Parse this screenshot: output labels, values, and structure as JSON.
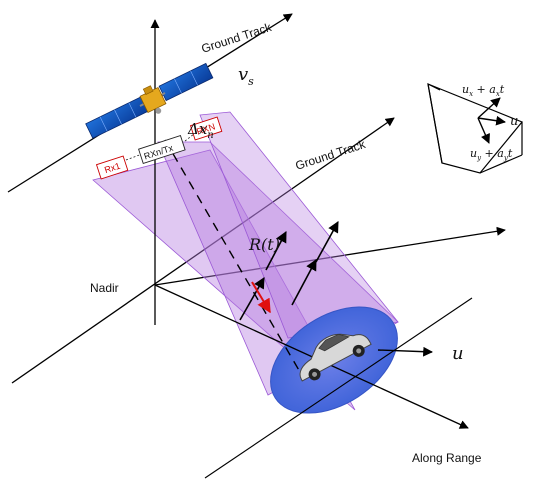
{
  "labels": {
    "ground_track_top": "Ground Track",
    "ground_track_mid": "Ground Track",
    "nadir": "Nadir",
    "along_range": "Along Range"
  },
  "math": {
    "vs_base": "v",
    "vs_sub": "s",
    "dx_base": "Δx",
    "dx_sub": "n",
    "range_fn": "R(t)",
    "u_main": "u",
    "u_inset": "u",
    "inset_top": "u_x + a_x t",
    "inset_top_parts": {
      "base": "u",
      "sub": "x",
      "mid": " + a",
      "sub2": "x",
      "end": "t"
    },
    "inset_bottom_parts": {
      "base": "u",
      "sub": "y",
      "mid": " + a",
      "sub2": "y",
      "end": "t"
    }
  },
  "array": {
    "rx1": "Rx1",
    "rxn_tx": "RXn/Tx",
    "rxN": "RXN"
  },
  "colors": {
    "beam": "#b57be0",
    "beam_edge": "#9b59d6",
    "footprint": "#4a6fe0",
    "velocity_arrow": "#e01010",
    "line": "#000000"
  },
  "icons": {
    "satellite": "satellite-icon",
    "car": "car-icon"
  }
}
